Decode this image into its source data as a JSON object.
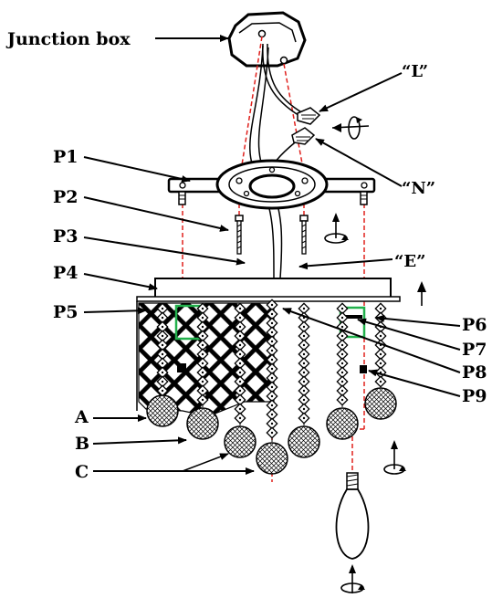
{
  "labels": {
    "junction_box": "Junction box",
    "live": "“L”",
    "neutral": "“N”",
    "earth": "“E”",
    "p1": "P1",
    "p2": "P2",
    "p3": "P3",
    "p4": "P4",
    "p5": "P5",
    "p6": "P6",
    "p7": "P7",
    "p8": "P8",
    "p9": "P9",
    "a": "A",
    "b": "B",
    "c": "C"
  },
  "colors": {
    "line": "#000000",
    "guide_red": "#e0201c",
    "highlight_green": "#22b14c"
  },
  "icons": [
    "rotate-arrow-icon",
    "up-arrow-icon",
    "bulb-icon"
  ]
}
